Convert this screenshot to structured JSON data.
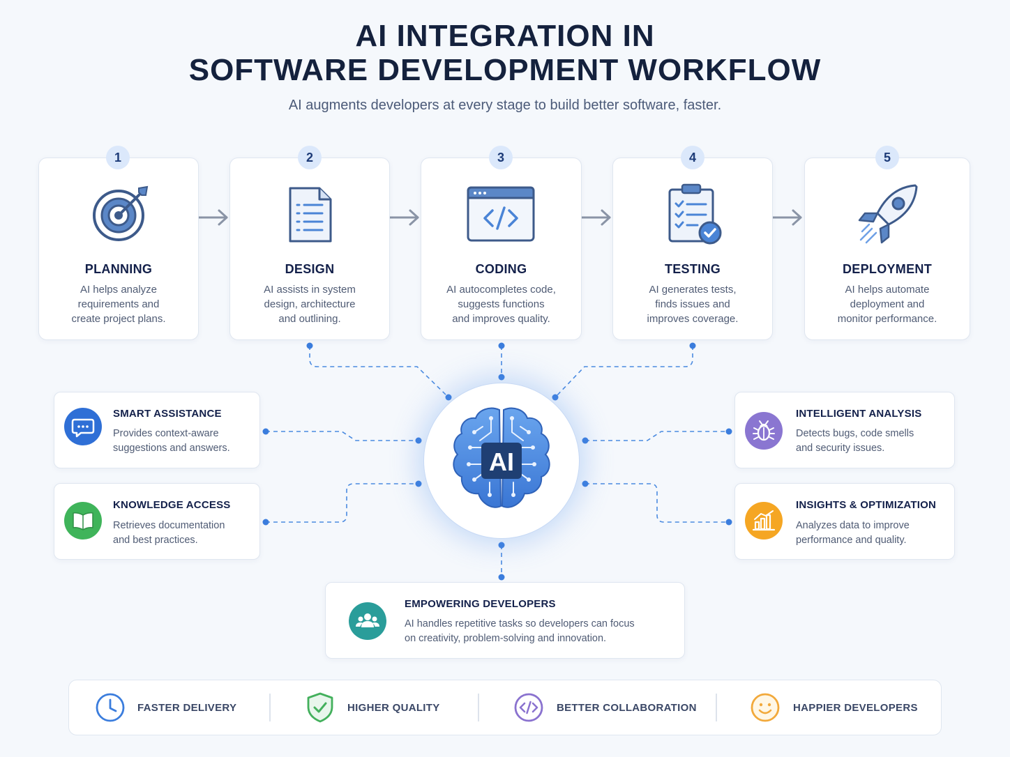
{
  "header": {
    "title_line1": "AI INTEGRATION IN",
    "title_line2": "SOFTWARE DEVELOPMENT WORKFLOW",
    "subtitle": "AI augments developers at every stage to build better software, faster."
  },
  "steps": [
    {
      "number": "1",
      "title": "PLANNING",
      "desc": [
        "AI helps analyze",
        "requirements and",
        "create project plans."
      ],
      "icon": "target-icon"
    },
    {
      "number": "2",
      "title": "DESIGN",
      "desc": [
        "AI assists in system",
        "design, architecture",
        "and outlining."
      ],
      "icon": "document-icon"
    },
    {
      "number": "3",
      "title": "CODING",
      "desc": [
        "AI autocompletes code,",
        "suggests functions",
        "and improves quality."
      ],
      "icon": "code-window-icon"
    },
    {
      "number": "4",
      "title": "TESTING",
      "desc": [
        "AI generates tests,",
        "finds issues and",
        "improves coverage."
      ],
      "icon": "clipboard-check-icon"
    },
    {
      "number": "5",
      "title": "DEPLOYMENT",
      "desc": [
        "AI helps automate",
        "deployment and",
        "monitor performance."
      ],
      "icon": "rocket-icon"
    }
  ],
  "center": {
    "label": "AI",
    "icon": "brain-icon"
  },
  "features": {
    "smart_assistance": {
      "title": "SMART ASSISTANCE",
      "desc": [
        "Provides context-aware",
        "suggestions and answers."
      ],
      "icon": "chat-icon",
      "color": "#2f6fd6"
    },
    "knowledge_access": {
      "title": "KNOWLEDGE ACCESS",
      "desc": [
        "Retrieves documentation",
        "and best practices."
      ],
      "icon": "book-icon",
      "color": "#3fb45a"
    },
    "intelligent_analysis": {
      "title": "INTELLIGENT ANALYSIS",
      "desc": [
        "Detects bugs, code smells",
        "and security issues."
      ],
      "icon": "bug-icon",
      "color": "#8a76d1"
    },
    "insights_optimization": {
      "title": "INSIGHTS & OPTIMIZATION",
      "desc": [
        "Analyzes data to improve",
        "performance and quality."
      ],
      "icon": "bar-chart-icon",
      "color": "#f5a623"
    },
    "empowering_developers": {
      "title": "EMPOWERING DEVELOPERS",
      "desc": [
        "AI handles repetitive tasks so developers can focus",
        "on creativity, problem-solving and innovation."
      ],
      "icon": "users-icon",
      "color": "#2a9d9a"
    }
  },
  "benefits": [
    {
      "label": "FASTER DELIVERY",
      "icon": "clock-icon",
      "color": "#3b7ddd"
    },
    {
      "label": "HIGHER QUALITY",
      "icon": "shield-check-icon",
      "color": "#43b05c"
    },
    {
      "label": "BETTER COLLABORATION",
      "icon": "code-circle-icon",
      "color": "#8a72cf"
    },
    {
      "label": "HAPPIER DEVELOPERS",
      "icon": "smiley-icon",
      "color": "#f2a93b"
    }
  ],
  "colors": {
    "accent": "#3b7ddd",
    "title": "#14213d",
    "text": "#4f5b74",
    "border": "#dfe6f0"
  }
}
